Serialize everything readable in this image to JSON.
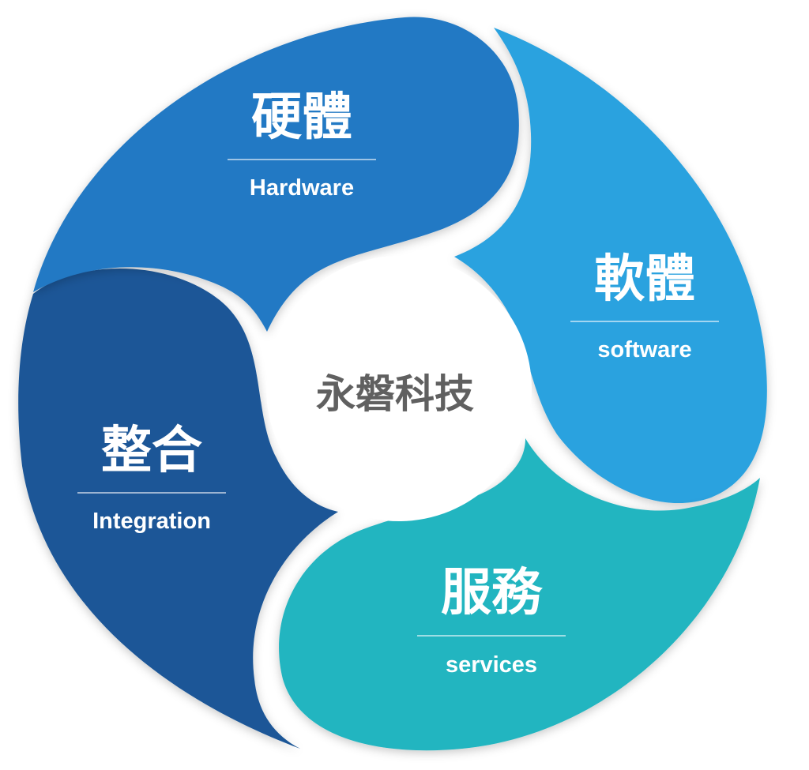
{
  "center": {
    "label": "永磐科技",
    "color": "#606060"
  },
  "segments": [
    {
      "id": "hardware",
      "title": "硬體",
      "subtitle": "Hardware",
      "color": "#2379c4"
    },
    {
      "id": "software",
      "title": "軟體",
      "subtitle": "software",
      "color": "#2aa2df"
    },
    {
      "id": "services",
      "title": "服務",
      "subtitle": "services",
      "color": "#23b5c0"
    },
    {
      "id": "integration",
      "title": "整合",
      "subtitle": "Integration",
      "color": "#1b5797"
    }
  ]
}
